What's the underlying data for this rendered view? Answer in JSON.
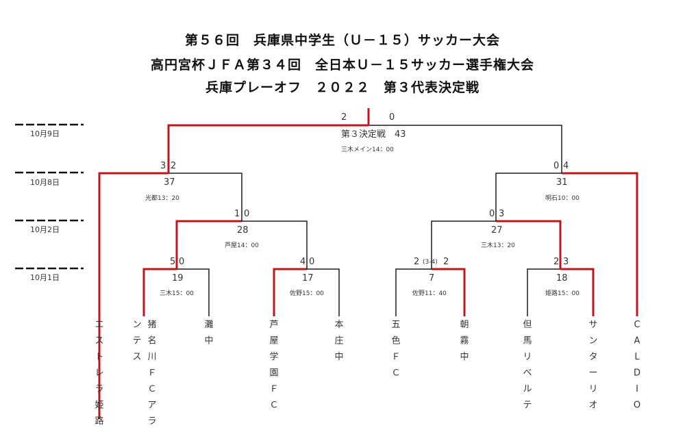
{
  "titles": [
    "第５６回　兵庫県中学生（Ｕ－１５）サッカー大会",
    "高円宮杯ＪＦＡ第３４回　全日本Ｕ－１５サッカー選手権大会",
    "兵庫プレーオフ　２０２２　第３代表決定戦"
  ],
  "dates": [
    "10月9日",
    "10月8日",
    "10月2日",
    "10月1日"
  ],
  "teams": [
    "エストレラ姫路",
    "猪名川ＦＣアラ",
    "ンテス",
    "灘中",
    "芦屋学園ＦＣ",
    "本庄中",
    "五色ＦＣ",
    "朝霧中",
    "但馬リベルテ",
    "サンターリオ",
    "CALDIO"
  ],
  "matches": {
    "final": {
      "number": "第３決定戦　43",
      "venue": "三木メイン14：00",
      "score_left": "2",
      "score_right": "0"
    },
    "m37": {
      "number": "37",
      "venue": "光都13：20",
      "score_left": "3",
      "score_right": "2"
    },
    "m31": {
      "number": "31",
      "venue": "明石10：00",
      "score_left": "0",
      "score_right": "4"
    },
    "m28": {
      "number": "28",
      "venue": "芦屋14：00",
      "score_left": "1",
      "score_right": "0"
    },
    "m27": {
      "number": "27",
      "venue": "三木13：20",
      "score_left": "0",
      "score_right": "3"
    },
    "m19": {
      "number": "19",
      "venue": "三木15：00",
      "score_left": "5",
      "score_right": "0"
    },
    "m17": {
      "number": "17",
      "venue": "佐野15：00",
      "score_left": "4",
      "score_right": "0"
    },
    "m7": {
      "number": "7",
      "venue": "佐野11：40",
      "score_left": "2",
      "score_right": "2",
      "pk": "(3-4)"
    },
    "m18": {
      "number": "18",
      "venue": "姫路15：00",
      "score_left": "2",
      "score_right": "3"
    }
  },
  "colors": {
    "winner": "#c0151b",
    "loser": "#1a1a1a"
  }
}
